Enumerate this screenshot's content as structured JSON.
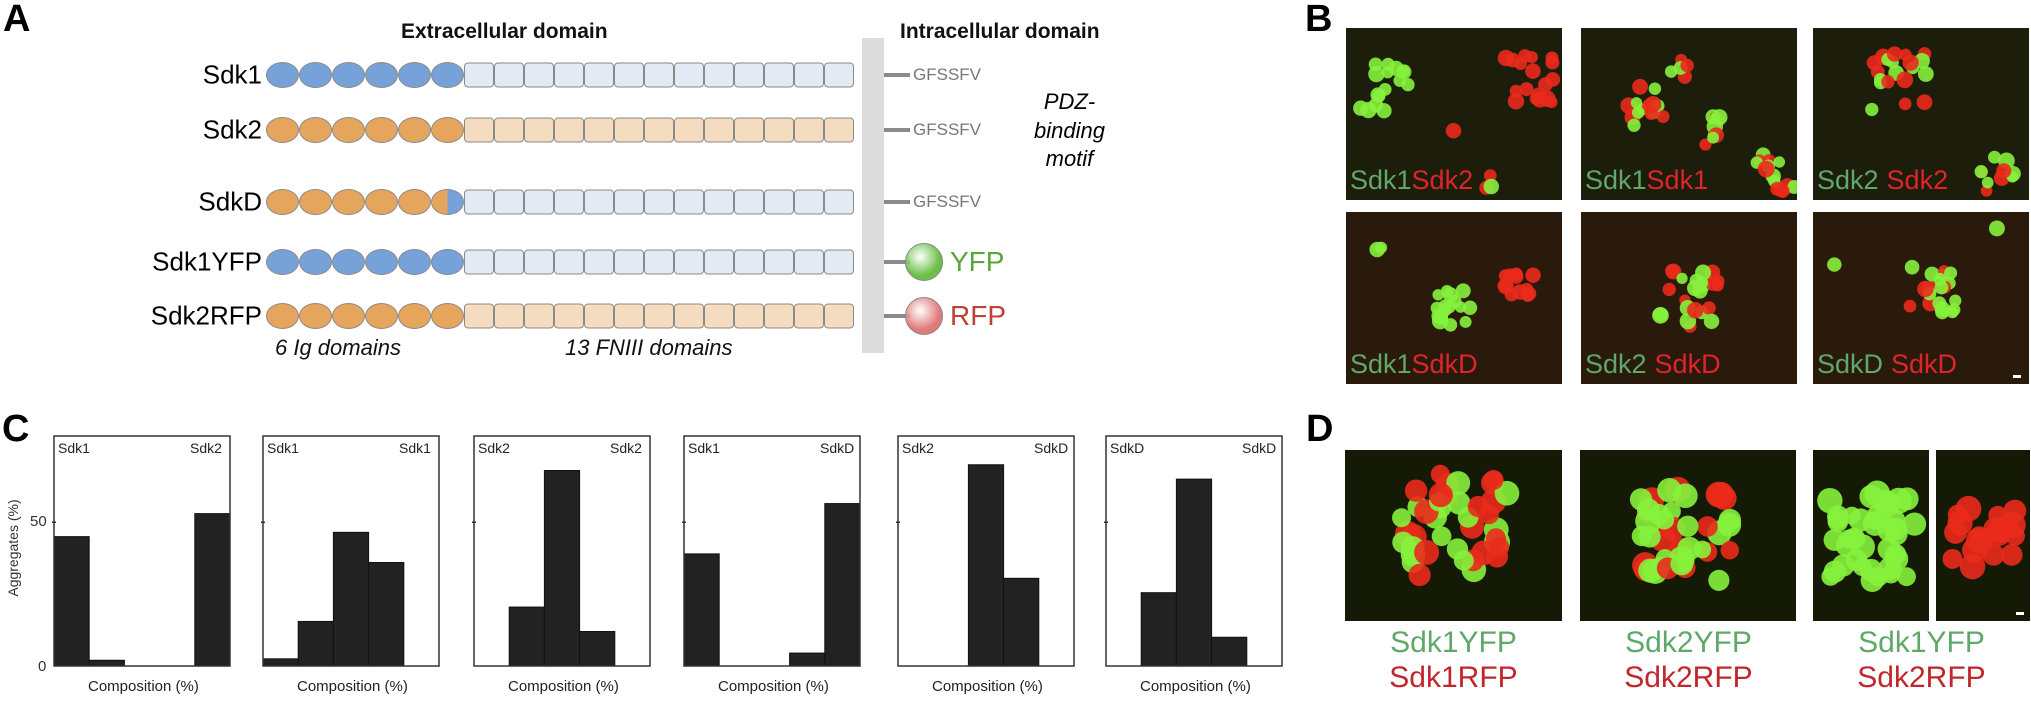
{
  "panel_labels": {
    "a": "A",
    "b": "B",
    "c": "C",
    "d": "D"
  },
  "panel_a": {
    "extracellular_header": "Extracellular domain",
    "intracellular_header": "Intracellular domain",
    "pdz_label": [
      "PDZ-",
      "binding",
      "motif"
    ],
    "ig_label": "6 Ig domains",
    "fn_label": "13 FNIII domains",
    "colors": {
      "sdk1_ig": "#77a1d9",
      "sdk1_fn": "#e3eaf4",
      "sdk2_ig": "#e5a55c",
      "sdk2_fn": "#f5dcc0",
      "yfp": "#6cc04a",
      "rfp": "#e07a7a"
    },
    "constructs": [
      {
        "name": "Sdk1",
        "ig": "sdk1",
        "fn": "sdk1",
        "tail": "GFSSFV"
      },
      {
        "name": "Sdk2",
        "ig": "sdk2",
        "fn": "sdk2",
        "tail": "GFSSFV"
      },
      {
        "name": "SdkD",
        "ig": "sdkD",
        "fn": "sdk1",
        "tail": "GFSSFV"
      },
      {
        "name": "Sdk1YFP",
        "ig": "sdk1",
        "fn": "sdk1",
        "tail": "YFP"
      },
      {
        "name": "Sdk2RFP",
        "ig": "sdk2",
        "fn": "sdk2",
        "tail": "RFP"
      }
    ]
  },
  "panel_b": {
    "images": [
      {
        "green": "Sdk1",
        "red": "Sdk2"
      },
      {
        "green": "Sdk1",
        "red": "Sdk1"
      },
      {
        "green": "Sdk2",
        "red": "Sdk2"
      },
      {
        "green": "Sdk1",
        "red": "SdkD"
      },
      {
        "green": "Sdk2",
        "red": "SdkD"
      },
      {
        "green": "SdkD",
        "red": "SdkD"
      }
    ]
  },
  "chart_data": [
    {
      "type": "bar",
      "left_label": "Sdk1",
      "right_label": "Sdk2",
      "values": [
        45,
        2,
        0,
        0,
        53
      ],
      "xlabel": "Composition (%)",
      "ylabel": "Aggregates (%)",
      "yticks": [
        "0",
        "50"
      ],
      "ylim": [
        0,
        80
      ]
    },
    {
      "type": "bar",
      "left_label": "Sdk1",
      "right_label": "Sdk1",
      "values": [
        2.5,
        15.5,
        46.5,
        36,
        0
      ],
      "xlabel": "Composition (%)",
      "ylim": [
        0,
        80
      ]
    },
    {
      "type": "bar",
      "left_label": "Sdk2",
      "right_label": "Sdk2",
      "values": [
        0,
        20.5,
        68,
        12,
        0
      ],
      "xlabel": "Composition (%)",
      "ylim": [
        0,
        80
      ]
    },
    {
      "type": "bar",
      "left_label": "Sdk1",
      "right_label": "SdkD",
      "values": [
        39,
        0,
        0,
        4.5,
        56.5
      ],
      "xlabel": "Composition (%)",
      "ylim": [
        0,
        80
      ]
    },
    {
      "type": "bar",
      "left_label": "Sdk2",
      "right_label": "SdkD",
      "values": [
        0,
        0,
        70,
        30.5,
        0
      ],
      "xlabel": "Composition (%)",
      "ylim": [
        0,
        80
      ]
    },
    {
      "type": "bar",
      "left_label": "SdkD",
      "right_label": "SdkD",
      "values": [
        0,
        25.5,
        65,
        10,
        0
      ],
      "xlabel": "Composition (%)",
      "ylim": [
        0,
        80
      ]
    }
  ],
  "panel_d": {
    "captions": [
      {
        "green": "Sdk1YFP",
        "red": "Sdk1RFP"
      },
      {
        "green": "Sdk2YFP",
        "red": "Sdk2RFP"
      },
      {
        "green": "Sdk1YFP",
        "red": "Sdk2RFP"
      }
    ]
  },
  "colors": {
    "label_green": "#5fa86a",
    "label_red": "#e0242a",
    "caption_red": "#c2262c",
    "cell_green": "#86f23c",
    "cell_red": "#ea2a1c"
  }
}
